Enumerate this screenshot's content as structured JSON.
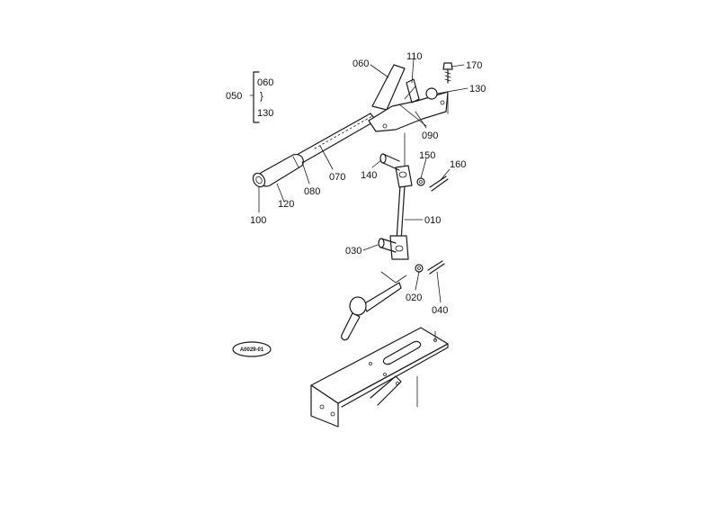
{
  "group": {
    "parent": "050",
    "range_start": "060",
    "range_sep": "}",
    "range_end": "130"
  },
  "reference_code": "A0029-01",
  "callouts": {
    "p010": "010",
    "p020": "020",
    "p030": "030",
    "p040": "040",
    "p060": "060",
    "p070": "070",
    "p080": "080",
    "p090": "090",
    "p100": "100",
    "p110": "110",
    "p120": "120",
    "p130": "130",
    "p140": "140",
    "p150": "150",
    "p160": "160",
    "p170": "170"
  },
  "colors": {
    "ink": "#1a1a1a",
    "paper": "#ffffff"
  }
}
